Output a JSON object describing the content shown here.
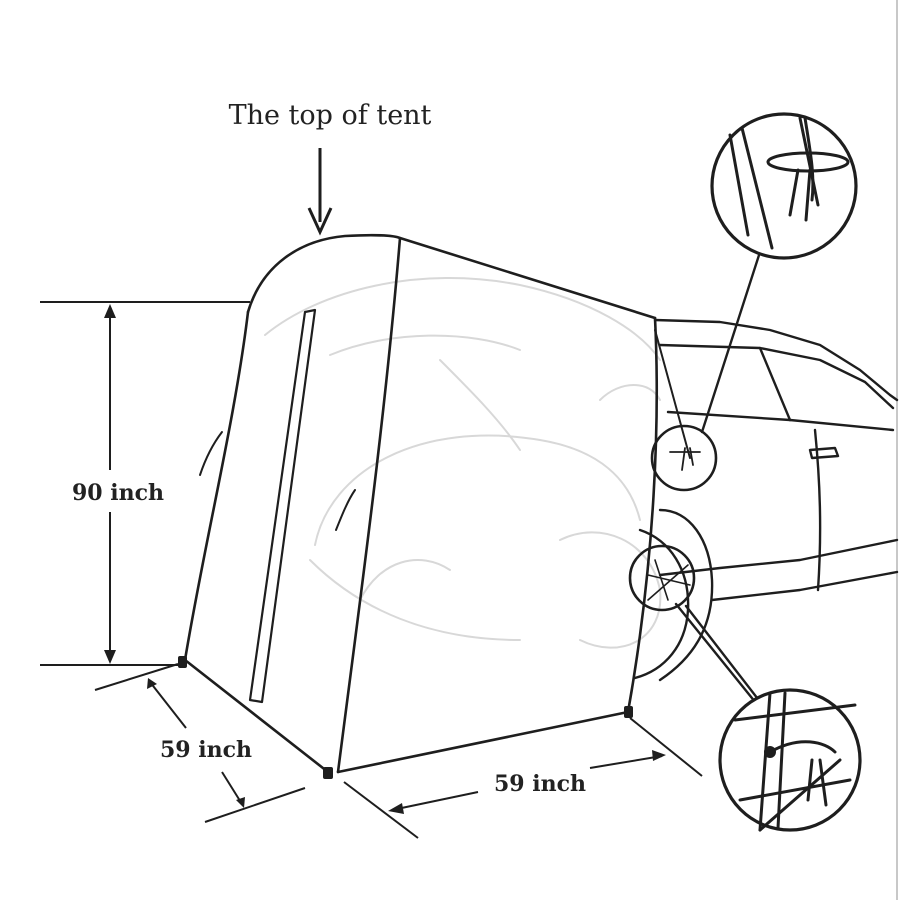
{
  "labels": {
    "top_of_tent": "The top of tent",
    "height": "90 inch",
    "width_left": "59 inch",
    "width_right": "59 inch"
  },
  "colors": {
    "ink": "#1e1e1e",
    "ghost_car": "#d8d8d8",
    "frame_right": "#c8c8c8"
  }
}
